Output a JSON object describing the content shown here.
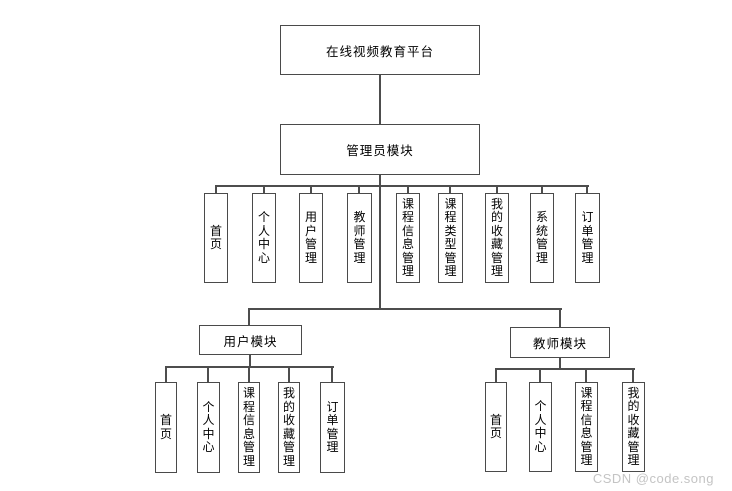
{
  "diagram": {
    "root": {
      "label": "在线视频教育平台"
    },
    "admin": {
      "label": "管理员模块",
      "children": [
        {
          "label": "首页"
        },
        {
          "label": "个人中心"
        },
        {
          "label": "用户管理"
        },
        {
          "label": "教师管理"
        },
        {
          "label": "课程信息管理"
        },
        {
          "label": "课程类型管理"
        },
        {
          "label": "我的收藏管理"
        },
        {
          "label": "系统管理"
        },
        {
          "label": "订单管理"
        }
      ]
    },
    "user": {
      "label": "用户模块",
      "children": [
        {
          "label": "首页"
        },
        {
          "label": "个人中心"
        },
        {
          "label": "课程信息管理"
        },
        {
          "label": "我的收藏管理"
        },
        {
          "label": "订单管理"
        }
      ]
    },
    "teacher": {
      "label": "教师模块",
      "children": [
        {
          "label": "首页"
        },
        {
          "label": "个人中心"
        },
        {
          "label": "课程信息管理"
        },
        {
          "label": "我的收藏管理"
        }
      ]
    }
  },
  "watermark": "CSDN @code.song",
  "colors": {
    "background": "#ffffff",
    "node_border": "#4a4a4a",
    "connector_line": "#4d4d4d",
    "text": "#000000",
    "watermark_text": "#c4c4c4"
  }
}
